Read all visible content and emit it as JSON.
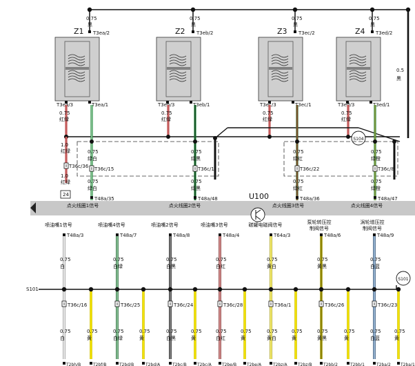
{
  "coils": [
    {
      "name": "Z1",
      "top_pin_gauge": "0.75",
      "top_pin_color": "黑",
      "top_pin": "T3ea/2",
      "left_pin": "T3ea/3",
      "right_pin": "T3ea/1"
    },
    {
      "name": "Z2",
      "top_pin_gauge": "0.75",
      "top_pin_color": "黑",
      "top_pin": "T3eb/2",
      "left_pin": "T3eb/3",
      "right_pin": "T3eb/1"
    },
    {
      "name": "Z3",
      "top_pin_gauge": "0.75",
      "top_pin_color": "黑",
      "top_pin": "T3ec/2",
      "left_pin": "T3ec/3",
      "right_pin": "T3ec/1"
    },
    {
      "name": "Z4",
      "top_pin_gauge": "0.75",
      "top_pin_color": "黑",
      "top_pin": "T3ed/2",
      "left_pin": "T3ed/3",
      "right_pin": "T3ed/1"
    }
  ],
  "ground_wire": {
    "gauge": "0.5",
    "color": "黑"
  },
  "red_wires": [
    {
      "gauge": "0.75",
      "color": "红绿"
    },
    {
      "gauge": "0.75",
      "color": "红绿"
    },
    {
      "gauge": "0.75",
      "color": "红绿"
    },
    {
      "gauge": "0.75",
      "color": "红绿"
    }
  ],
  "left_column": {
    "upper_gauge": "1.0",
    "upper_color": "红绿",
    "connector": "T36c/36",
    "lower_gauge": "1.0",
    "lower_color": "红绿",
    "box_label": "24"
  },
  "coil_signal_wires": [
    {
      "upper_gauge": "0.75",
      "upper_color": "绿白",
      "connector": "T36c/15",
      "lower_gauge": "0.75",
      "lower_color": "绿白",
      "ecu_pin": "T48a/35"
    },
    {
      "upper_gauge": "0.75",
      "upper_color": "绿黑",
      "connector": "T36c/1",
      "lower_gauge": "0.75",
      "lower_color": "绿黑",
      "ecu_pin": "T48a/48"
    },
    {
      "upper_gauge": "0.75",
      "upper_color": "绿红",
      "connector": "T36c/22",
      "lower_gauge": "0.75",
      "lower_color": "绿红",
      "ecu_pin": "T48a/36"
    },
    {
      "upper_gauge": "0.75",
      "upper_color": "绿橙",
      "connector": "T36c/8",
      "lower_gauge": "0.75",
      "lower_color": "绿橙",
      "ecu_pin": "T48a/47"
    }
  ],
  "splice_top": "S104",
  "splice_bottom": "S101",
  "ecu": {
    "name": "U100",
    "top_labels": [
      "点火线圈1信号",
      "点火线圈2信号",
      "点火线圈3信号",
      "点火线圈4信号"
    ],
    "bottom_labels": [
      "喷油嘴1信号",
      "喷油嘴4信号",
      "喷油嘴2信号",
      "喷油嘴3信号",
      "碳罐电磁阀信号",
      "泵轮转压控\n制阀信号",
      "涡轮增压控\n制阀信号"
    ]
  },
  "lower_wires": [
    {
      "pin": "T48a/3",
      "g1": "0.75",
      "c1": "白",
      "conn": "T36c/16",
      "g2": "0.75",
      "c2": "白"
    },
    {
      "pin": "T48a/7",
      "g1": "0.75",
      "c1": "白绿",
      "conn": "T36c/25",
      "g2": "0.75",
      "c2": "白绿"
    },
    {
      "pin": "T48a/8",
      "g1": "0.75",
      "c1": "白黑",
      "conn": "T36c/24",
      "g2": "0.75",
      "c2": "白黑"
    },
    {
      "pin": "T48a/4",
      "g1": "0.75",
      "c1": "白红",
      "conn": "T36c/28",
      "g2": "0.75",
      "c2": "白红"
    },
    {
      "pin": "T64a/3",
      "g1": "0.75",
      "c1": "黄白",
      "conn": "T36a/1",
      "g2": "0.75",
      "c2": "黄白"
    },
    {
      "pin": "T48a/6",
      "g1": "0.75",
      "c1": "黄黑",
      "conn": "T36c/26",
      "g2": "0.75",
      "c2": "黄黑"
    },
    {
      "pin": "T48a/9",
      "g1": "0.75",
      "c1": "白蓝",
      "conn": "T36c/23",
      "g2": "0.75",
      "c2": "白蓝"
    }
  ],
  "yellow_wires": {
    "gauge": "0.75",
    "color": "黄"
  },
  "bottom_pins": [
    "T2bh/B",
    "T2bf/B",
    "T2bd/B",
    "T2bd/A",
    "T2bc/B",
    "T2bc/A",
    "T2be/B",
    "T2be/A",
    "T2bz/A",
    "T2bz/B",
    "T2bb/2",
    "T2bb/1",
    "T2ba/2",
    "T2ba/1"
  ],
  "colors": {
    "red": "#b03030",
    "green": "#1f8a3a",
    "darkgreen": "#3e6a2a",
    "yellow": "#f2e200",
    "blue": "#3a6ea5",
    "ecu_band": "#c8c8c8"
  }
}
